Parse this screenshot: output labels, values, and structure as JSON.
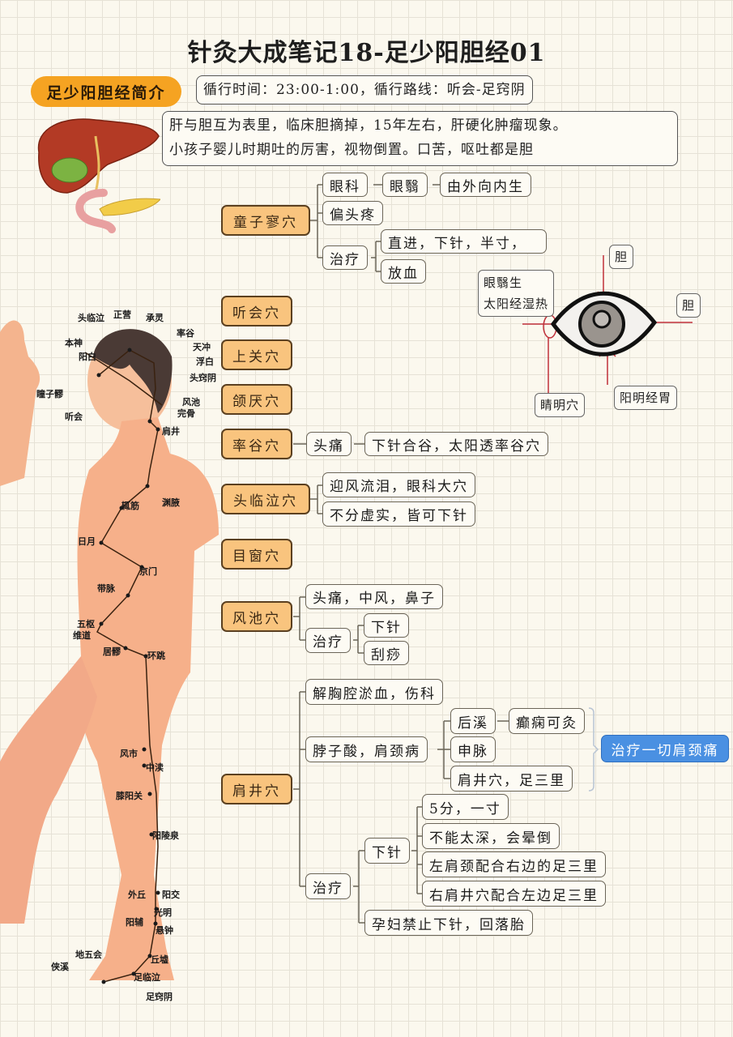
{
  "title": "针灸大成笔记18-足少阳胆经01",
  "intro": {
    "label": "足少阳胆经简介",
    "circulation": "循行时间：23:00-1:00，循行路线：听会-足窍阴",
    "description_line1": "肝与胆互为表里，临床胆摘掉，15年左右，肝硬化肿瘤现象。",
    "description_line2": "小孩子婴儿时期吐的厉害，视物倒置。口苦，呕吐都是胆"
  },
  "points": {
    "tongziliao": {
      "label": "童子寥穴",
      "eye_dept": "眼科",
      "cataract": "眼翳",
      "cataract_desc": "由外向内生",
      "migraine": "偏头疼",
      "treatment": "治疗",
      "treatment_1": "直进，下针，半寸，",
      "treatment_2": "放血"
    },
    "tinghui": {
      "label": "听会穴"
    },
    "shangguan": {
      "label": "上关穴"
    },
    "hanyan": {
      "label": "颌厌穴"
    },
    "shuaigu": {
      "label": "率谷穴",
      "symptom": "头痛",
      "method": "下针合谷，太阳透率谷穴"
    },
    "toulinqi": {
      "label": "头临泣穴",
      "item_1": "迎风流泪，眼科大穴",
      "item_2": "不分虚实，皆可下针"
    },
    "muchuang": {
      "label": "目窗穴"
    },
    "fengchi": {
      "label": "风池穴",
      "symptoms": "头痛，中风，鼻子",
      "treatment": "治疗",
      "treatment_1": "下针",
      "treatment_2": "刮痧"
    },
    "jianjing": {
      "label": "肩井穴",
      "item_1": "解胸腔淤血，伤科",
      "item_2": "脖子酸，肩颈病",
      "houxi": "后溪",
      "houxi_note": "癫痫可灸",
      "shenmai": "申脉",
      "combo": "肩井穴，足三里",
      "summary": "治疗一切肩颈痛",
      "treatment": "治疗",
      "needle": "下针",
      "needle_1": "5分，一寸",
      "needle_2": "不能太深，会晕倒",
      "needle_3": "左肩颈配合右边的足三里",
      "needle_4": "右肩井穴配合左边足三里",
      "pregnant": "孕妇禁止下针，回落胎"
    }
  },
  "eye_diagram": {
    "note_line1": "眼翳生",
    "note_line2": "太阳经湿热",
    "top": "胆",
    "right": "胆",
    "jingming": "睛明穴",
    "bottom": "阳明经胃"
  },
  "body_figure": {
    "head_labels": [
      "头临泣",
      "正营",
      "承灵",
      "率谷",
      "本神",
      "天冲",
      "阳白",
      "浮白",
      "头窍阴",
      "瞳子髎",
      "风池",
      "完骨",
      "听会",
      "肩井"
    ],
    "trunk_labels": [
      "辄筋",
      "渊腋",
      "日月",
      "京门",
      "带脉",
      "五枢",
      "维道",
      "居髎",
      "环跳"
    ],
    "leg_labels": [
      "风市",
      "中渎",
      "膝阳关",
      "阳陵泉",
      "外丘",
      "阳交",
      "光明",
      "阳辅",
      "悬钟",
      "地五会",
      "丘墟",
      "侠溪",
      "足临泣",
      "足窍阴"
    ]
  },
  "colors": {
    "node_orange": "#f9c47e",
    "pill_orange": "#f5a322",
    "highlight_blue": "#4a90e2",
    "meridian_red": "#c0303a",
    "grid_bg": "#fbf8ee"
  }
}
